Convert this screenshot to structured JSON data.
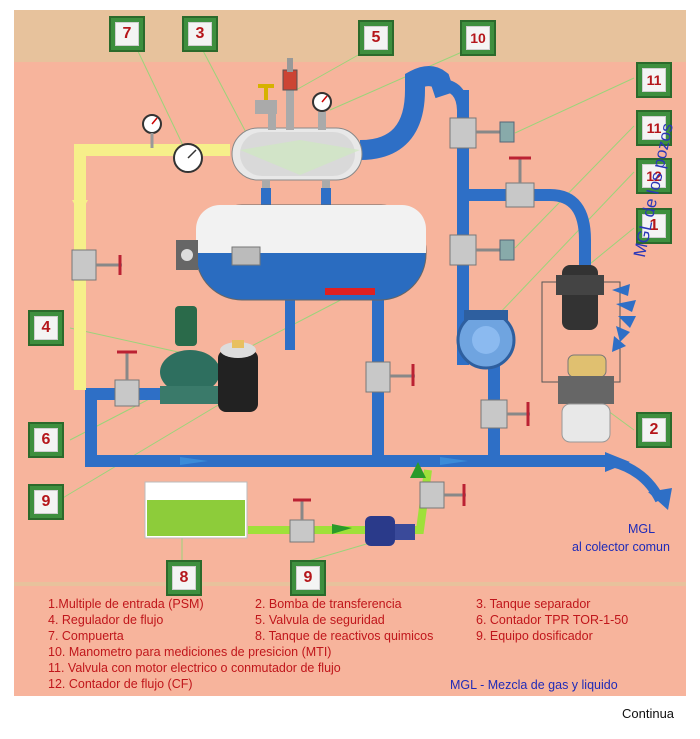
{
  "diagram": {
    "callouts": [
      {
        "id": "callout-7",
        "label": "7"
      },
      {
        "id": "callout-3",
        "label": "3"
      },
      {
        "id": "callout-5",
        "label": "5"
      },
      {
        "id": "callout-10",
        "label": "10"
      },
      {
        "id": "callout-11a",
        "label": "11"
      },
      {
        "id": "callout-11b",
        "label": "11"
      },
      {
        "id": "callout-12",
        "label": "12"
      },
      {
        "id": "callout-1",
        "label": "1"
      },
      {
        "id": "callout-4",
        "label": "4"
      },
      {
        "id": "callout-2",
        "label": "2"
      },
      {
        "id": "callout-6",
        "label": "6"
      },
      {
        "id": "callout-9a",
        "label": "9"
      },
      {
        "id": "callout-8",
        "label": "8"
      },
      {
        "id": "callout-9b",
        "label": "9"
      }
    ],
    "wells_label": "MGL de los pozos",
    "outlet_line1": "MGL",
    "outlet_line2": "al colector comun"
  },
  "legend": {
    "items": [
      "1.Multiple de entrada (PSM)",
      "2. Bomba de transferencia",
      "3. Tanque separador",
      "4. Regulador de flujo",
      "5. Valvula de seguridad",
      "6. Contador TPR TOR-1-50",
      "7. Compuerta",
      "8. Tanque de reactivos quimicos",
      "9. Equipo dosificador",
      "10. Manometro para mediciones de presicion (MTI)",
      "11. Valvula con motor electrico o conmutador de flujo",
      "12. Contador de flujo (CF)"
    ],
    "note": "MGL - Mezcla de gas y liquido"
  },
  "footer": {
    "continue_label": "Continua"
  },
  "colors": {
    "background": "#f7b49c",
    "frame": "#e7c29c",
    "pipe": "#2e6fc6",
    "yellow_pipe": "#f6ef8a",
    "green_pipe": "#9fe03a",
    "callout_border": "#3e8f3e"
  }
}
